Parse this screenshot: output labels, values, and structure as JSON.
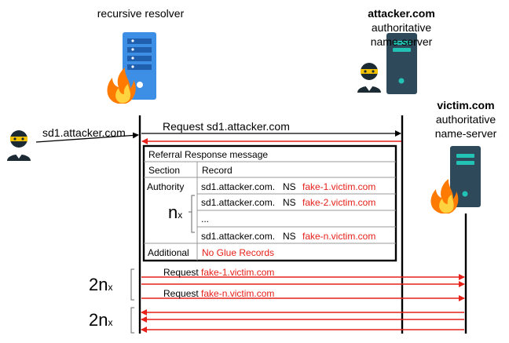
{
  "entities": {
    "resolver": {
      "label": "recursive resolver"
    },
    "attacker_ns": {
      "name": "attacker.com",
      "line1": "authoritative",
      "line2": "name-server"
    },
    "victim_ns": {
      "name": "victim.com",
      "line1": "authoritative",
      "line2": "name-server"
    }
  },
  "client": {
    "query": "sd1.attacker.com"
  },
  "request_top": "Request sd1.attacker.com",
  "referral": {
    "title": "Referral Response message",
    "col_section": "Section",
    "col_record": "Record",
    "authority_label": "Authority",
    "additional_label": "Additional",
    "additional_value": "No Glue Records",
    "multiplier_main": "n",
    "multiplier_sub": "x",
    "records": [
      {
        "name": "sd1.attacker.com.",
        "type": "NS",
        "target": "fake-1.victim.com"
      },
      {
        "name": "sd1.attacker.com.",
        "type": "NS",
        "target": "fake-2.victim.com"
      },
      {
        "name": "...",
        "type": "",
        "target": ""
      },
      {
        "name": "sd1.attacker.com.",
        "type": "NS",
        "target": "fake-n.victim.com"
      }
    ]
  },
  "fanout": {
    "request_word": "Request",
    "first_target": "fake-1.victim.com",
    "last_target": "fake-n.victim.com",
    "count1_main": "2n",
    "count1_sub": "x",
    "count2_main": "2n",
    "count2_sub": "x"
  },
  "colors": {
    "red": "#e8201a",
    "server_blue": "#3d8fe6",
    "server_dark": "#2e4a5a",
    "teal": "#22c3b4"
  }
}
